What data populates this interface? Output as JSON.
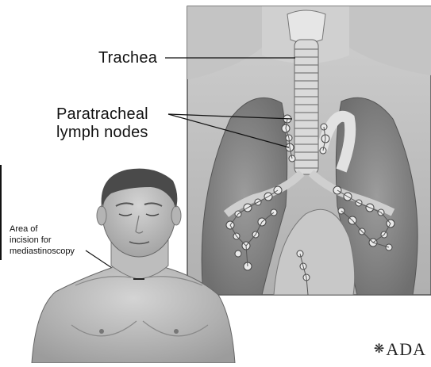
{
  "labels": {
    "trachea": "Trachea",
    "paratracheal_line1": "Paratracheal",
    "paratracheal_line2": "lymph nodes",
    "incision_line1": "Area of",
    "incision_line2": "incision for",
    "incision_line3": "mediastinoscopy"
  },
  "logo": {
    "text": "ADA",
    "icon": "adam-star-icon"
  },
  "colors": {
    "panel_bg": "#b9b9b9",
    "lung": "#8d8d8d",
    "trachea": "#d9d9d9",
    "skin": "#c6c6c6",
    "hair": "#4a4a4a"
  }
}
